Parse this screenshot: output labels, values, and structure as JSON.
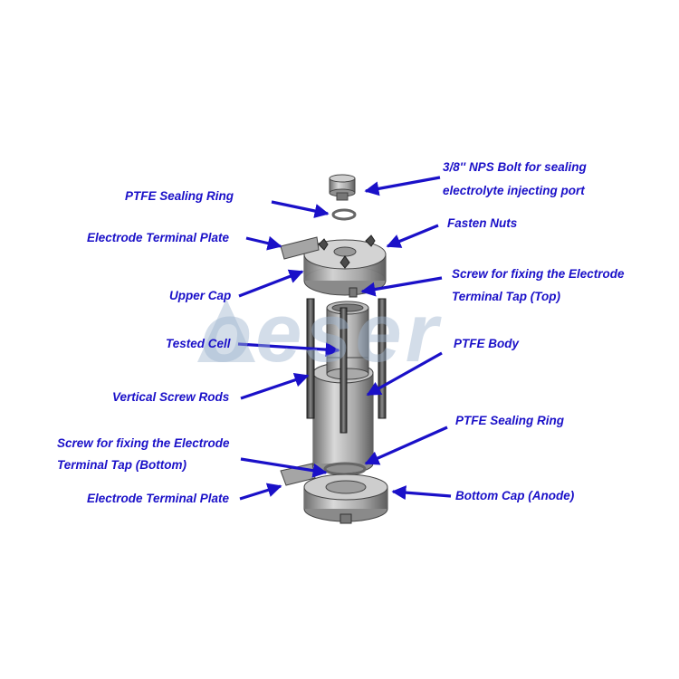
{
  "watermark": "oeser",
  "labels": {
    "bolt_line1": "3/8'' NPS Bolt for sealing",
    "bolt_line2": "electrolyte injecting port",
    "ptfe_ring_top": "PTFE Sealing Ring",
    "fasten_nuts": "Fasten Nuts",
    "terminal_plate_top": "Electrode Terminal Plate",
    "screw_top_line1": "Screw for fixing the Electrode",
    "screw_top_line2": "Terminal Tap (Top)",
    "upper_cap": "Upper Cap",
    "tested_cell": "Tested Cell",
    "ptfe_body": "PTFE Body",
    "vertical_rods": "Vertical Screw Rods",
    "ptfe_ring_bottom": "PTFE Sealing Ring",
    "screw_bottom_line1": "Screw for fixing the Electrode",
    "screw_bottom_line2": "Terminal Tap (Bottom)",
    "terminal_plate_bottom": "Electrode Terminal Plate",
    "bottom_cap": "Bottom Cap (Anode)"
  },
  "colors": {
    "label": "#1a10c8",
    "arrow": "#1a10c8",
    "metal_light": "#c9c9c9",
    "metal_mid": "#9a9a9a",
    "metal_dark": "#555555",
    "watermark": "#9fb5cf"
  }
}
